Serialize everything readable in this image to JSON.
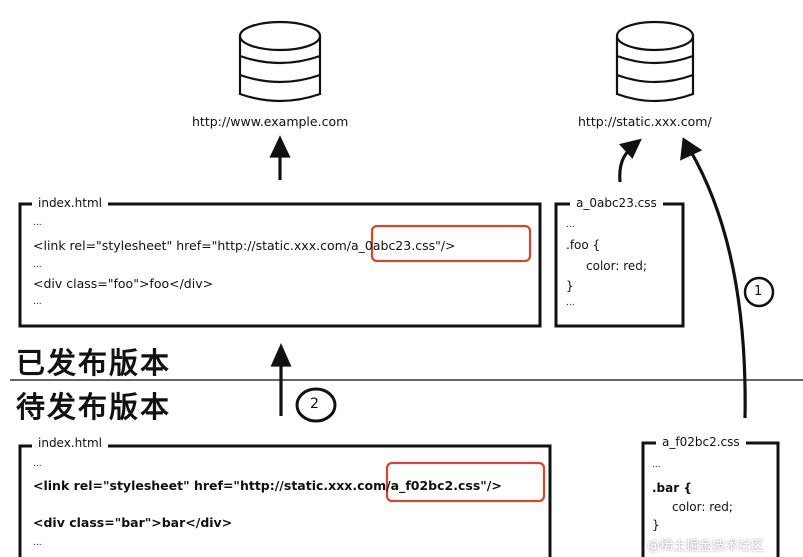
{
  "servers": {
    "example_url": "http://www.example.com",
    "static_url": "http://static.xxx.com/"
  },
  "published": {
    "section_label": "已发布版本",
    "index_title": "index.html",
    "lines": [
      "...",
      "<link rel=\"stylesheet\" href=\"http://static.xxx.com/a_0abc23.css\"/>",
      "...",
      "<div class=\"foo\">foo</div>",
      "..."
    ],
    "css_title": "a_0abc23.css",
    "css_lines": [
      "...",
      ".foo {",
      "color: red;",
      "}",
      "..."
    ]
  },
  "pending": {
    "section_label": "待发布版本",
    "index_title": "index.html",
    "lines": [
      "...",
      "<link rel=\"stylesheet\" href=\"http://static.xxx.com/a_f02bc2.css\"/>",
      "<div class=\"bar\">bar</div>",
      "..."
    ],
    "css_title": "a_f02bc2.css",
    "css_lines": [
      "...",
      ".bar {",
      "color: red;",
      "}"
    ]
  },
  "steps": [
    "1",
    "2"
  ],
  "watermark": "@稀土掘金技术社区",
  "colors": {
    "highlight": "#d2472f",
    "ink": "#111111"
  }
}
